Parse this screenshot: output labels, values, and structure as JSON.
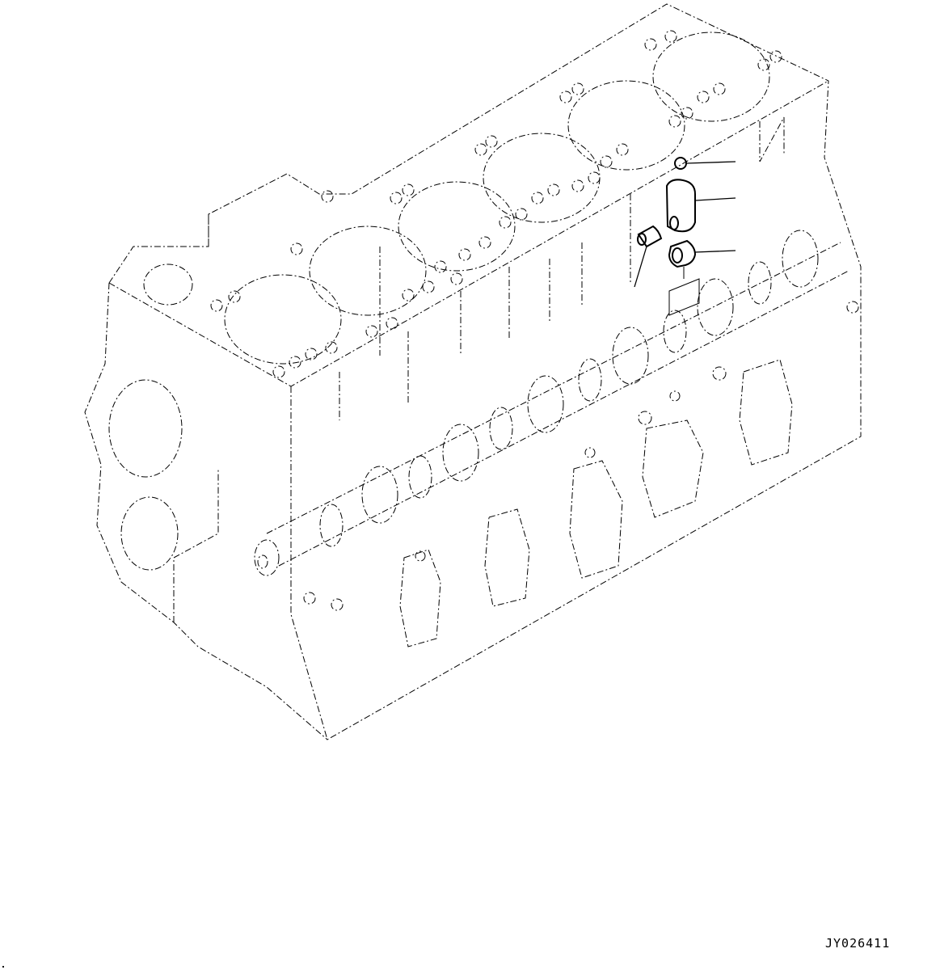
{
  "diagram": {
    "subject": "engine cylinder block with camshaft (isometric exploded view)",
    "drawing_code": "JY026411",
    "cylinder_count": 6,
    "callouts": [
      {
        "id": "part-1",
        "name": "small plug / ball",
        "leader_end": [
          910,
          200
        ]
      },
      {
        "id": "part-2",
        "name": "cam follower / tappet",
        "leader_end": [
          910,
          245
        ]
      },
      {
        "id": "part-3",
        "name": "bushing",
        "leader_end": [
          910,
          310
        ]
      },
      {
        "id": "part-4",
        "name": "pin",
        "leader_end": [
          785,
          355
        ]
      }
    ],
    "colors": {
      "line": "#000000",
      "background": "#ffffff"
    }
  }
}
